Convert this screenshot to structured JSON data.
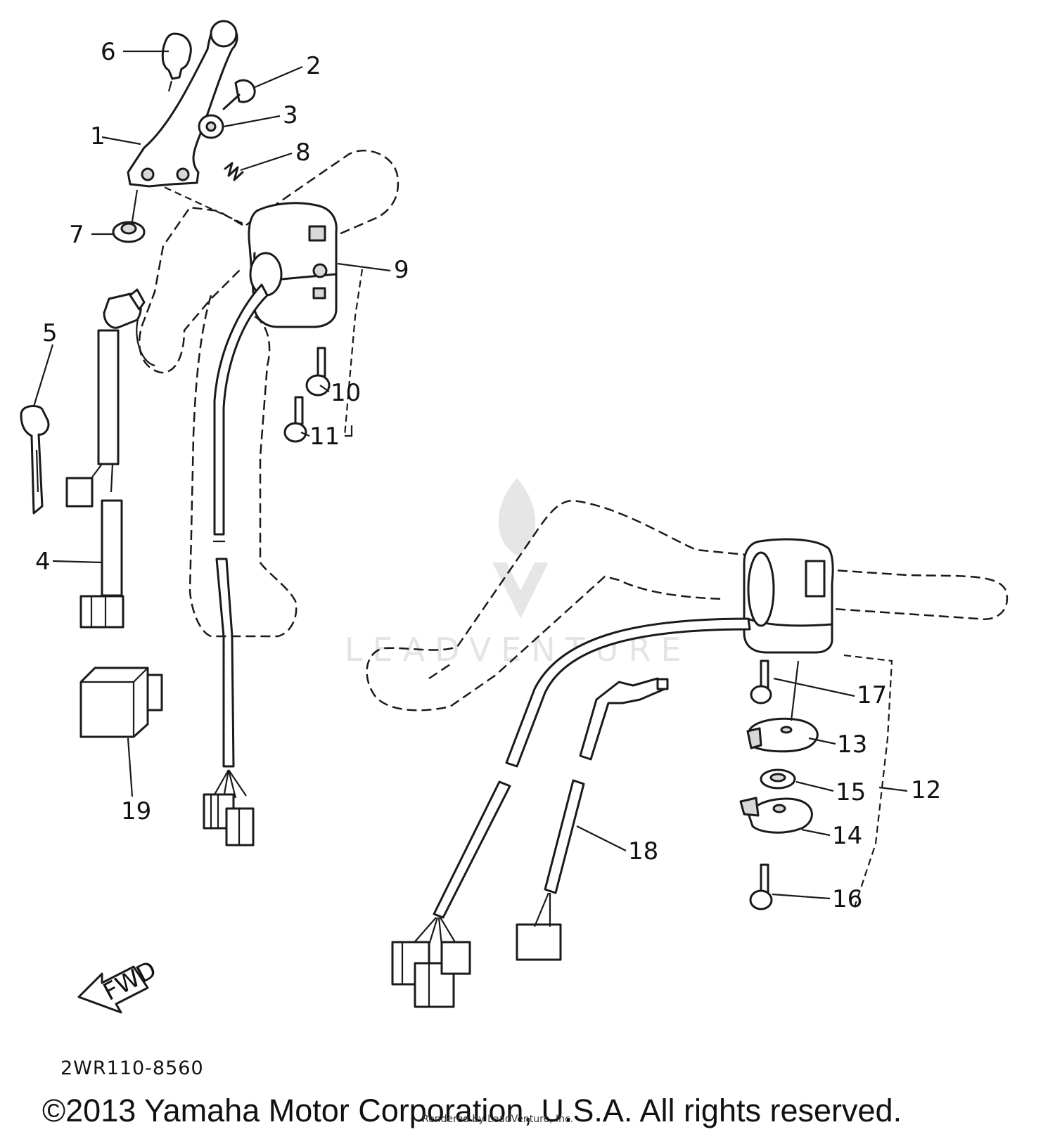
{
  "diagram": {
    "code": "2WR110-8560",
    "copyright": "©2013 Yamaha Motor Corporation, U.S.A. All rights reserved.",
    "render_credit": "Rendered by LeadVenture, Inc.",
    "watermark": "LEADVENTURE",
    "direction_marker": "FWD",
    "callouts": [
      {
        "id": "1",
        "label": "1"
      },
      {
        "id": "2",
        "label": "2"
      },
      {
        "id": "3",
        "label": "3"
      },
      {
        "id": "4",
        "label": "4"
      },
      {
        "id": "5",
        "label": "5"
      },
      {
        "id": "6",
        "label": "6"
      },
      {
        "id": "7",
        "label": "7"
      },
      {
        "id": "8",
        "label": "8"
      },
      {
        "id": "9",
        "label": "9"
      },
      {
        "id": "10",
        "label": "10"
      },
      {
        "id": "11",
        "label": "11"
      },
      {
        "id": "12",
        "label": "12"
      },
      {
        "id": "13",
        "label": "13"
      },
      {
        "id": "14",
        "label": "14"
      },
      {
        "id": "15",
        "label": "15"
      },
      {
        "id": "16",
        "label": "16"
      },
      {
        "id": "17",
        "label": "17"
      },
      {
        "id": "18",
        "label": "18"
      },
      {
        "id": "19",
        "label": "19"
      }
    ]
  }
}
